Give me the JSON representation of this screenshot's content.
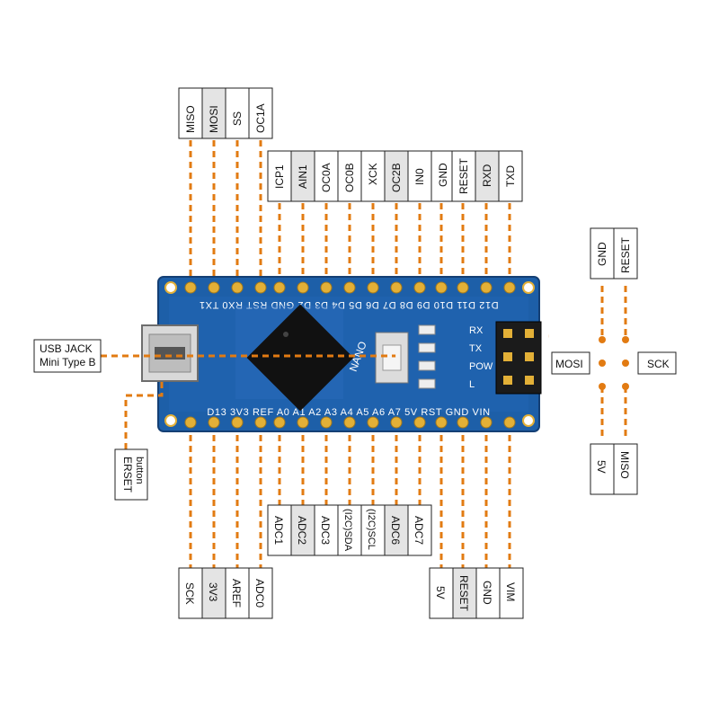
{
  "top_labels_outer": [
    "MISO",
    "MOSI",
    "SS",
    "OC1A"
  ],
  "top_labels_inner": [
    "ICP1",
    "AIN1",
    "OC0A",
    "OC0B",
    "XCK",
    "OC2B",
    "IN0",
    "GND",
    "RESET",
    "RXD",
    "TXD"
  ],
  "top_pin_text": "D12 D11 D10 D9 D8 D7 D6 D5 D4 D3 D2 GND RST RX0 TX1",
  "bottom_pin_text": "D13 3V3 REF A0 A1 A2 A3 A4 A5 A6 A7 5V RST GND VIN",
  "bottom_labels_inner": [
    "ADC1",
    "ADC2",
    "ADC3",
    "(I2C)SDA",
    "(I2C)SCL",
    "ADC6",
    "ADC7"
  ],
  "bottom_labels_left": [
    "SCK",
    "3V3",
    "AREF",
    "ADC0"
  ],
  "bottom_labels_right": [
    "5V",
    "RESET",
    "GND",
    "VIM"
  ],
  "icsp_top_labels": [
    "GND",
    "RESET"
  ],
  "icsp_bottom_labels": [
    "5V",
    "MISO"
  ],
  "icsp_side_left": "MOSI",
  "icsp_side_right": "SCK",
  "usb_label_line1": "USB JACK",
  "usb_label_line2": "Mini Type B",
  "reset_button_line1": "ERSET",
  "reset_button_line2": "button",
  "board_nano_text": "NANO",
  "led_labels": [
    "RX",
    "TX",
    "POW",
    "L"
  ],
  "colors": {
    "board": "#1d5fa8",
    "pad": "#e3b037",
    "leader": "#e27b12",
    "label_fill": "#ffffff",
    "label_shaded": "#e4e4e4"
  }
}
